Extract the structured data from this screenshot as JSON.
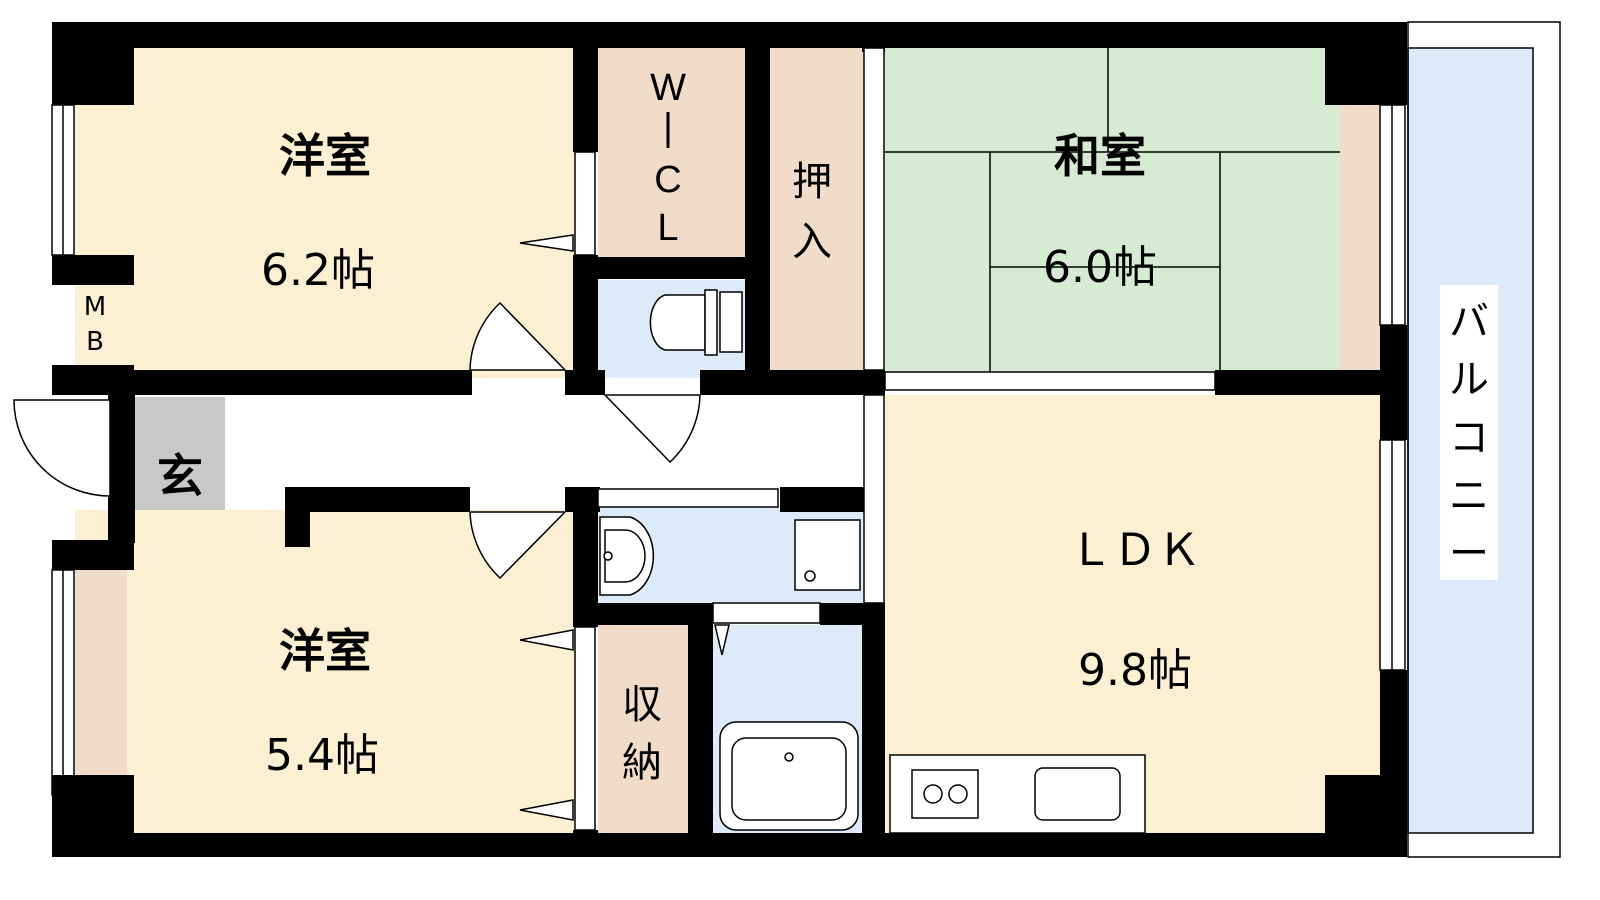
{
  "rooms": {
    "western_room_top": {
      "name": "洋室",
      "size": "6.2帖"
    },
    "western_room_bottom": {
      "name": "洋室",
      "size": "5.4帖"
    },
    "japanese_room": {
      "name": "和室",
      "size": "6.0帖"
    },
    "ldk": {
      "name": "ＬＤＫ",
      "size": "9.8帖"
    },
    "walk_in_closet": {
      "chars": [
        "W",
        "C",
        "L"
      ]
    },
    "oshiire": {
      "chars": [
        "押",
        "入"
      ]
    },
    "entrance": {
      "name": "玄"
    },
    "meter_box": {
      "chars": [
        "M",
        "B"
      ]
    },
    "storage": {
      "chars": [
        "収",
        "納"
      ]
    },
    "balcony": {
      "chars": [
        "バ",
        "ル",
        "コ",
        "ニ",
        "ー"
      ]
    }
  },
  "colors": {
    "western_floor": "#fdf0d2",
    "japanese_floor": "#d6ecd2",
    "closet_floor": "#f0dcc8",
    "wet_area": "#dceafa",
    "entrance_floor": "#c8c8c8",
    "wall": "#000000"
  }
}
